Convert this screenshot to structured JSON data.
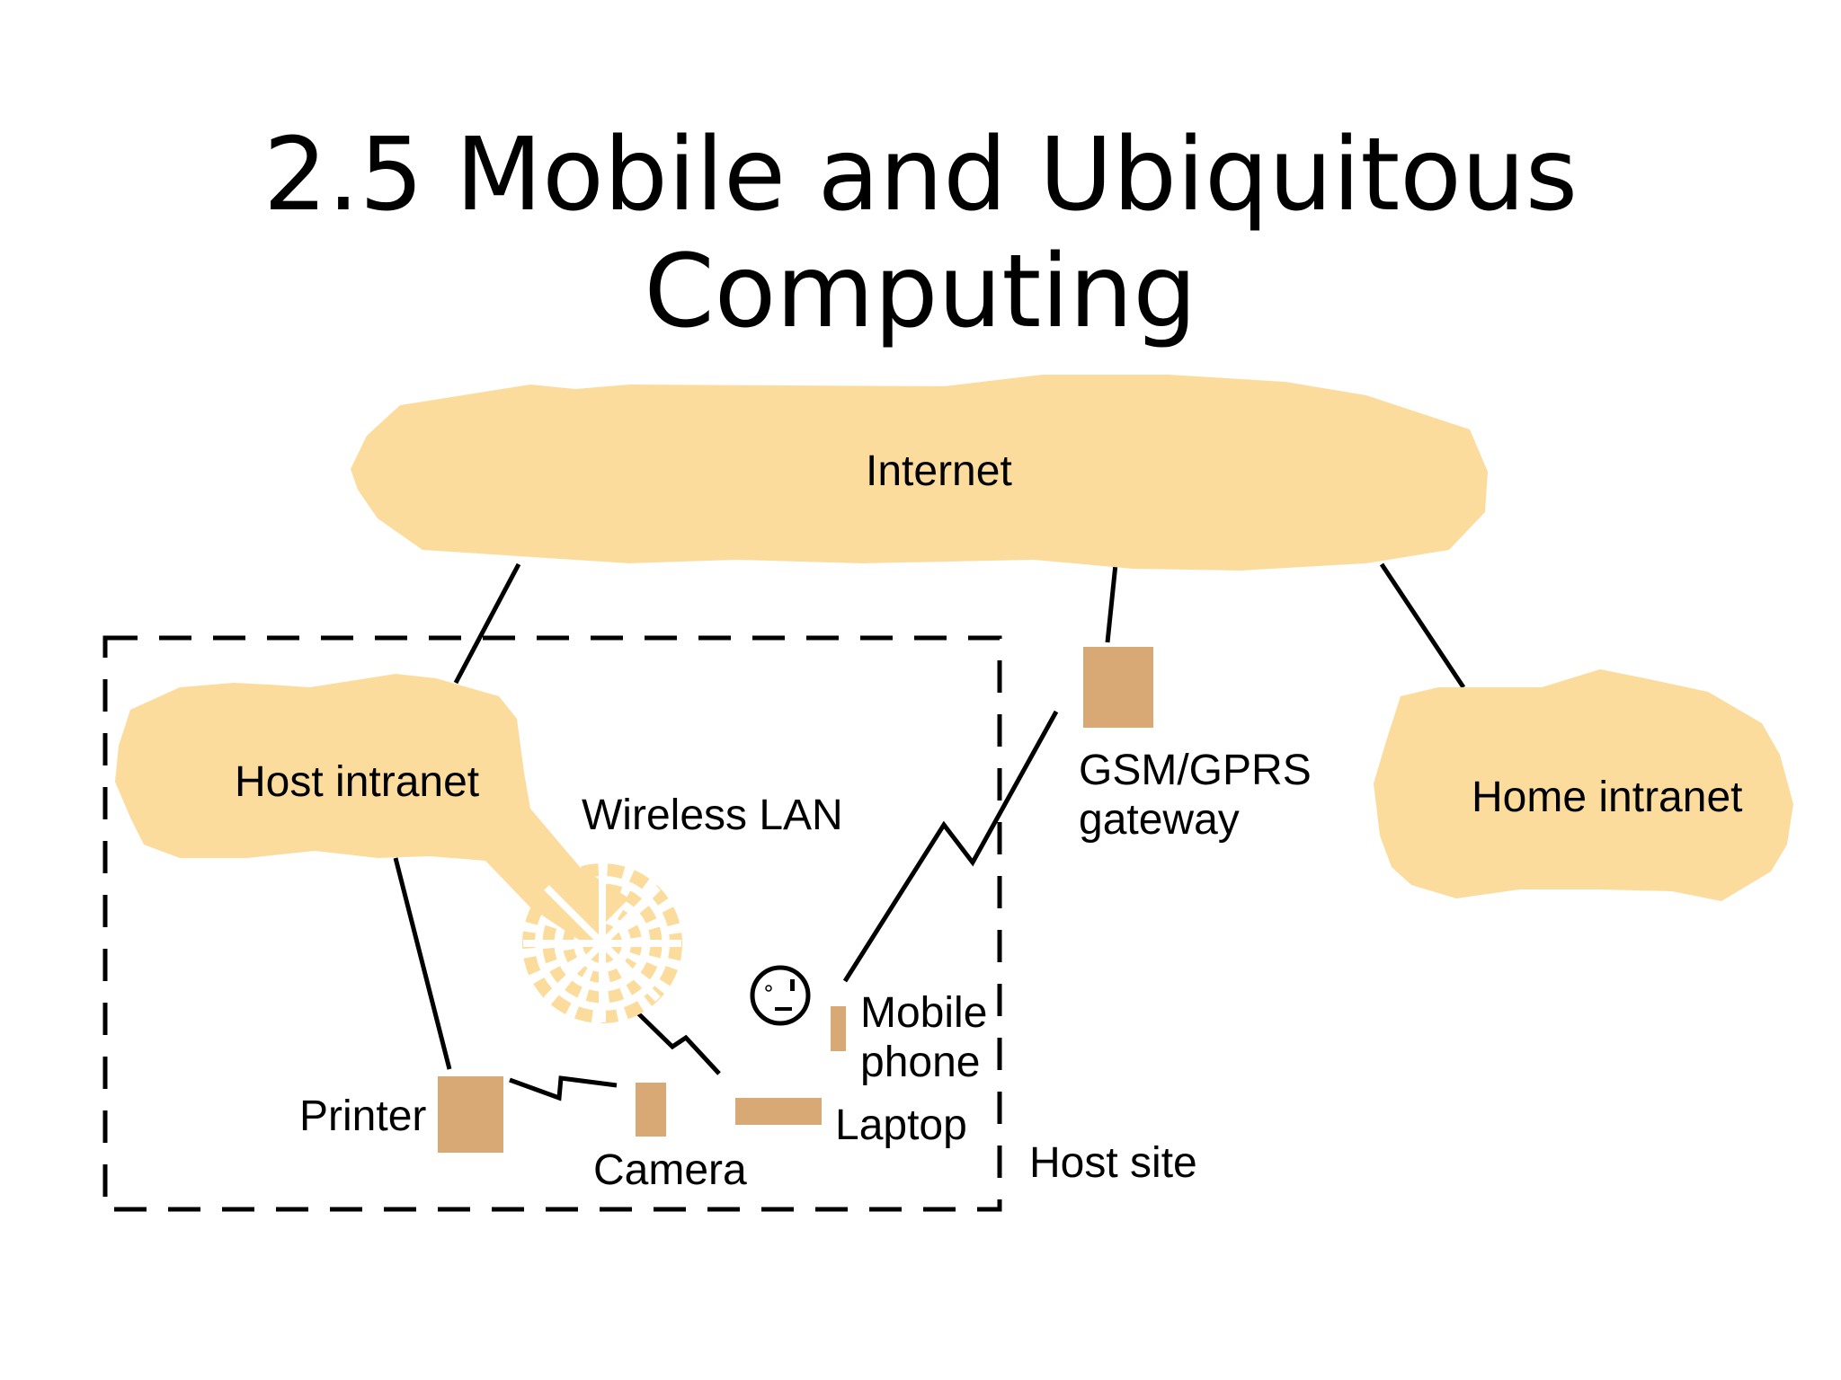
{
  "slide": {
    "title": "2.5  Mobile and Ubiquitous Computing"
  },
  "colors": {
    "cloud_fill": "#FCDC9C",
    "device_fill": "#D8A974",
    "line": "#000000",
    "background": "#FFFFFF"
  },
  "diagram": {
    "nodes": {
      "internet": "Internet",
      "host_intranet": "Host intranet",
      "home_intranet": "Home intranet",
      "wireless_lan": "Wireless LAN",
      "gateway_line1": "GSM/GPRS",
      "gateway_line2": "gateway",
      "mobile_line1": "Mobile",
      "mobile_line2": "phone",
      "laptop": "Laptop",
      "camera": "Camera",
      "printer": "Printer",
      "host_site": "Host site"
    },
    "icons": {
      "wireless": "wireless-access-point-icon",
      "person": "user-face-icon"
    }
  }
}
